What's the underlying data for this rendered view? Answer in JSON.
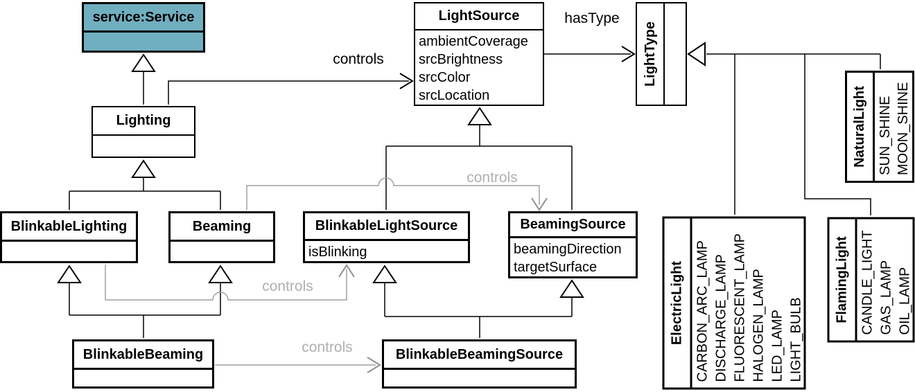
{
  "classes": {
    "service": {
      "name": "service:Service",
      "attributes": []
    },
    "lighting": {
      "name": "Lighting",
      "attributes": []
    },
    "light_source": {
      "name": "LightSource",
      "attributes": [
        "ambientCoverage",
        "srcBrightness",
        "srcColor",
        "srcLocation"
      ]
    },
    "light_type": {
      "name": "LightType",
      "attributes": []
    },
    "natural_light": {
      "name": "NaturalLight",
      "attributes": [
        "SUN_SHINE",
        "MOON_SHINE"
      ]
    },
    "blinkable_lighting": {
      "name": "BlinkableLighting",
      "attributes": []
    },
    "beaming": {
      "name": "Beaming",
      "attributes": []
    },
    "blinkable_light_source": {
      "name": "BlinkableLightSource",
      "attributes": [
        "isBlinking"
      ]
    },
    "beaming_source": {
      "name": "BeamingSource",
      "attributes": [
        "beamingDirection",
        "targetSurface"
      ]
    },
    "blinkable_beaming": {
      "name": "BlinkableBeaming",
      "attributes": []
    },
    "blinkable_beaming_source": {
      "name": "BlinkableBeamingSource",
      "attributes": []
    },
    "electric_light": {
      "name": "ElectricLight",
      "attributes": [
        "CARBON_ARC_LAMP",
        "DISCHARGE_LAMP",
        "FLUORESCENT_LAMP",
        "HALOGEN_LAMP",
        "LED_LAMP",
        "LIGHT_BULB"
      ]
    },
    "flaming_light": {
      "name": "FlamingLight",
      "attributes": [
        "CANDLE_LIGHT",
        "GAS_LAMP",
        "OIL_LAMP"
      ]
    }
  },
  "edge_labels": {
    "controls_lighting_lightsource": "controls",
    "has_type": "hasType",
    "controls_beaming_beamingsource": "controls",
    "controls_blinkablelighting_blinkablelightsource": "controls",
    "controls_blinkablebeaming_blinkablebeamingsource": "controls"
  },
  "colors": {
    "service_fill": "#70AFC0",
    "edge_black": "#000000",
    "edge_gray": "#A0A0A0",
    "gray_label": "#AFAFAF",
    "box_border": "#000000",
    "background": "#FFFFFF"
  }
}
